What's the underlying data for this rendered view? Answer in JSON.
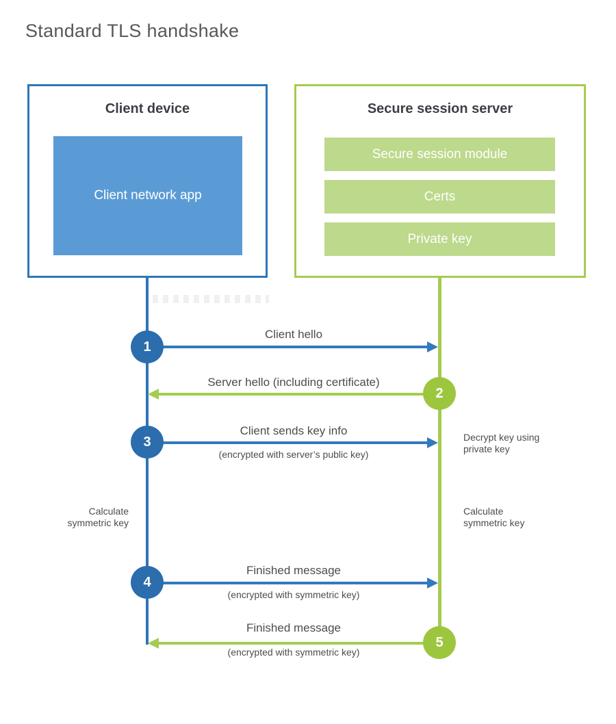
{
  "title": "Standard TLS handshake",
  "colors": {
    "blue_border": "#2E75B6",
    "blue_arrow": "#3279BE",
    "blue_circle": "#2B6DAD",
    "blue_fill": "#5B9BD5",
    "green_border": "#A4CC50",
    "green_circle": "#9DC63F",
    "green_fill": "#BDD98C",
    "text_dark": "#3C3F44",
    "text_gray": "#4C4C4C",
    "title_gray": "#57585B"
  },
  "client_box": {
    "title": "Client device",
    "module": "Client network app"
  },
  "server_box": {
    "title": "Secure session server",
    "modules": [
      "Secure session module",
      "Certs",
      "Private key"
    ]
  },
  "steps": [
    {
      "num": "1",
      "actor": "client",
      "direction": "right",
      "label": "Client hello",
      "sub": ""
    },
    {
      "num": "2",
      "actor": "server",
      "direction": "left",
      "label": "Server hello (including certificate)",
      "sub": ""
    },
    {
      "num": "3",
      "actor": "client",
      "direction": "right",
      "label": "Client sends key info",
      "sub": "(encrypted with server’s public key)"
    },
    {
      "num": "4",
      "actor": "client",
      "direction": "right",
      "label": "Finished message",
      "sub": "(encrypted with symmetric key)"
    },
    {
      "num": "5",
      "actor": "server",
      "direction": "left",
      "label": "Finished message",
      "sub": "(encrypted with symmetric key)"
    }
  ],
  "annotations": {
    "decrypt_note": "Decrypt key using private key",
    "calc_left": "Calculate symmetric key",
    "calc_right": "Calculate symmetric key"
  }
}
